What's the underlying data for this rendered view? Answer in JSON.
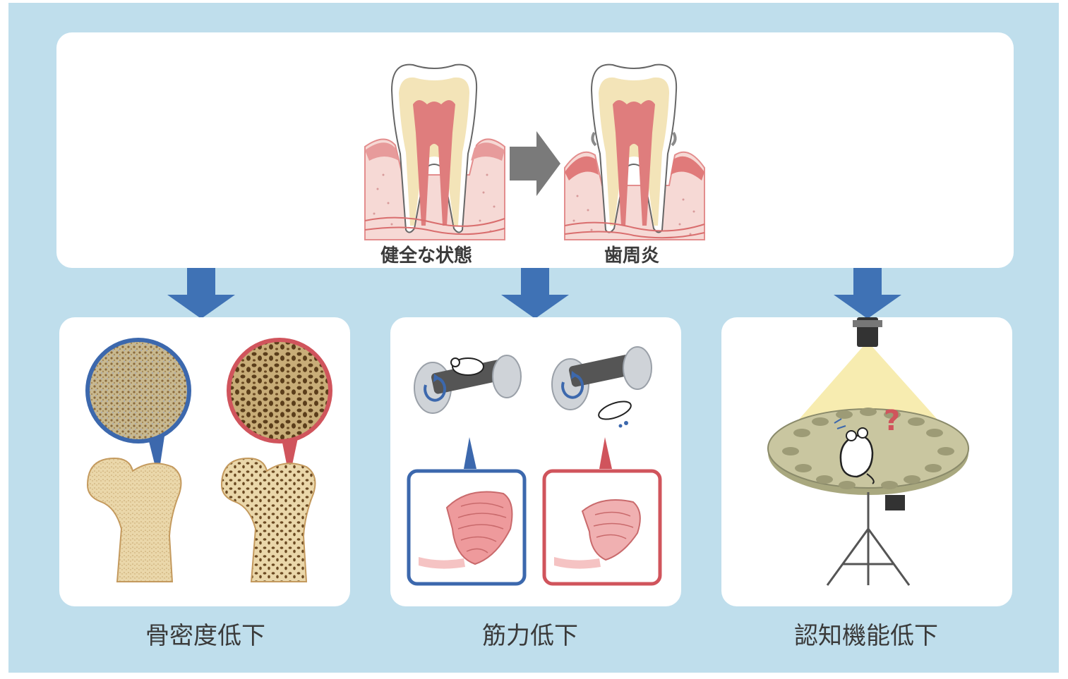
{
  "labels": {
    "healthy": "健全な状態",
    "periodontitis": "歯周炎",
    "bone_density": "骨密度低下",
    "muscle": "筋力低下",
    "cognitive": "認知機能低下"
  },
  "colors": {
    "background": "#bfdeec",
    "arrow_blue": "#3f72b5",
    "normal_outline": "#3c68ad",
    "disease_outline": "#d0545c",
    "gray_arrow": "#7a7a7a"
  },
  "icons": {
    "transition_arrow": "gray-right-arrow",
    "flow_arrows": "blue-down-arrow",
    "question_mark": "question-mark"
  }
}
